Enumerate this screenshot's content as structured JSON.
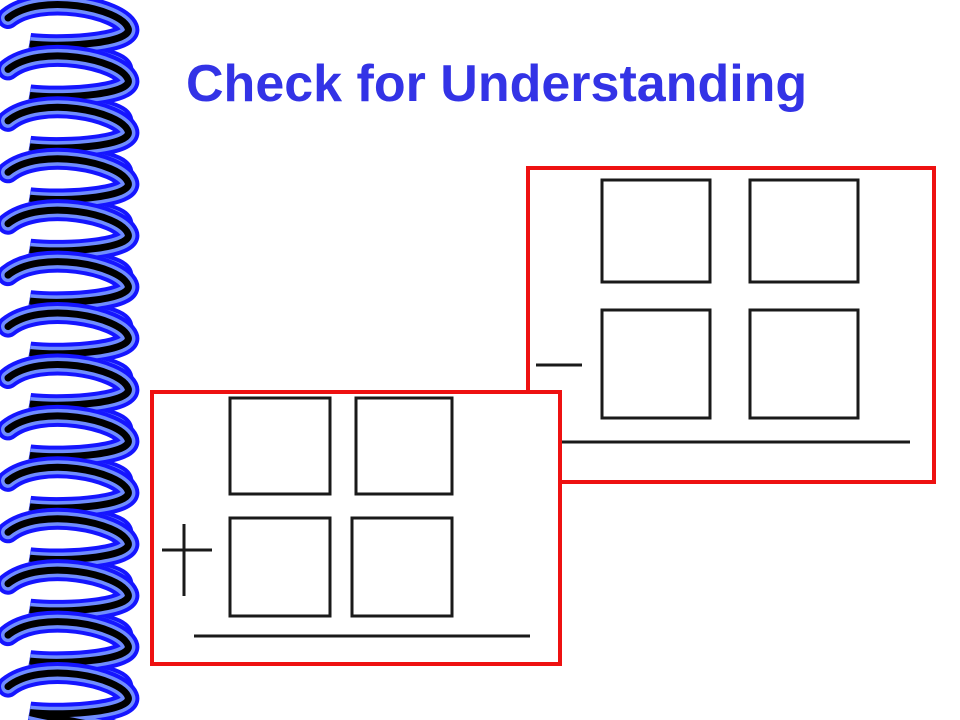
{
  "slide": {
    "title": "Check for Understanding"
  },
  "colors": {
    "title": "#3333e6",
    "card_border": "#ee1111",
    "ink": "#1a1a1a",
    "coil_outline": "#1515ff",
    "coil_core": "#000000"
  },
  "cards": [
    {
      "operator": "minus",
      "boxes": 4
    },
    {
      "operator": "plus",
      "boxes": 4
    }
  ]
}
